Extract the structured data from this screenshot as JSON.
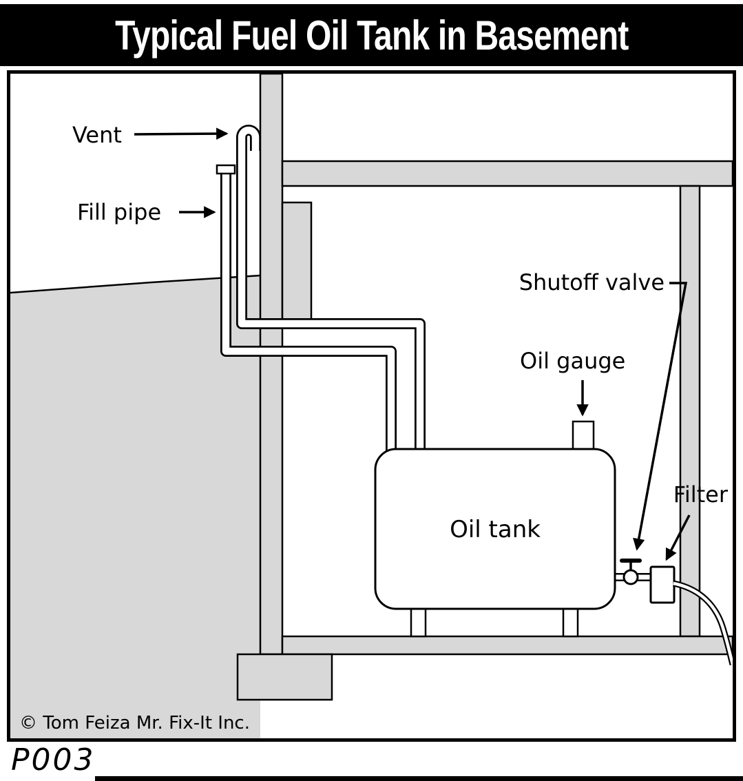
{
  "title": "Typical Fuel Oil Tank in Basement",
  "diagram": {
    "labels": {
      "vent": "Vent",
      "fill_pipe": "Fill pipe",
      "shutoff_valve": "Shutoff valve",
      "oil_gauge": "Oil gauge",
      "oil_tank": "Oil tank",
      "filter": "Filter"
    }
  },
  "footer": {
    "copyright": "© Tom Feiza Mr. Fix-It Inc.",
    "drawing_code": "P003"
  },
  "colors": {
    "ink": "#000000",
    "paper": "#ffffff",
    "masonry_grey": "#d8d8d8"
  }
}
